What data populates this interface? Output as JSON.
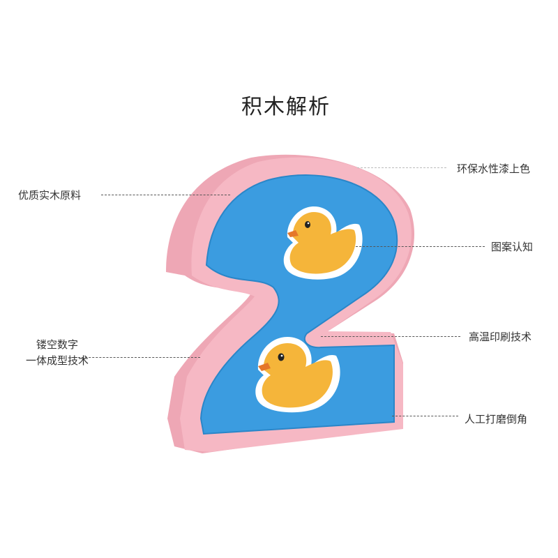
{
  "title": "积木解析",
  "annotations": {
    "paint": "环保水性漆上色",
    "wood": "优质实木原料",
    "pattern": "图案认知",
    "hollow_line1": "镂空数字",
    "hollow_line2": "一体成型技术",
    "printing": "高温印刷技术",
    "polish": "人工打磨倒角"
  },
  "colors": {
    "block_pink": "#f6b8c4",
    "block_side": "#eea7b5",
    "face_blue": "#3b9ce0",
    "duck_yellow": "#f5b53a",
    "duck_beak": "#e5772a"
  }
}
